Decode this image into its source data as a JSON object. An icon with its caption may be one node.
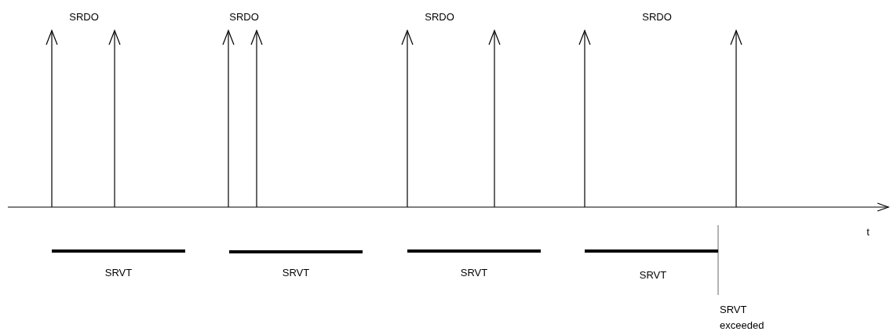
{
  "diagram": {
    "labels": [
      "SRDO",
      "SRDO",
      "SRDO",
      "SRDO",
      "t",
      "SRVT",
      "SRVT",
      "SRVT",
      "SRVT",
      "SRVT exceeded"
    ]
  }
}
